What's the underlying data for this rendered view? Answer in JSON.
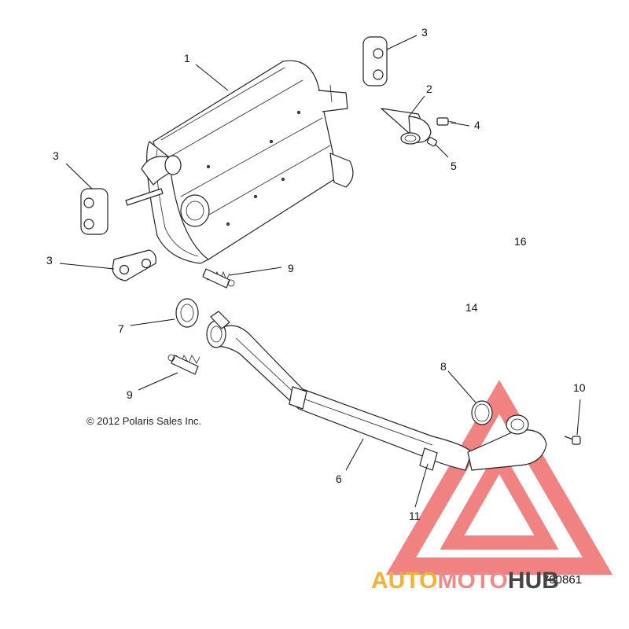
{
  "callouts": {
    "c1": "1",
    "c2": "2",
    "c3a": "3",
    "c3b": "3",
    "c3c": "3",
    "c4": "4",
    "c5": "5",
    "c6": "6",
    "c7": "7",
    "c8": "8",
    "c9a": "9",
    "c9b": "9",
    "c10": "10",
    "c11": "11",
    "c14": "14",
    "c16": "16"
  },
  "copyright": "© 2012 Polaris Sales Inc.",
  "diagram_number": "700861",
  "watermark": {
    "text_auto": "AUTO",
    "text_moto": "MOTO",
    "text_hub": "HUB",
    "colors": {
      "auto": "#f2b233",
      "moto": "#f08a8a",
      "hub": "#444444",
      "logo": "#ee6d6d"
    }
  }
}
